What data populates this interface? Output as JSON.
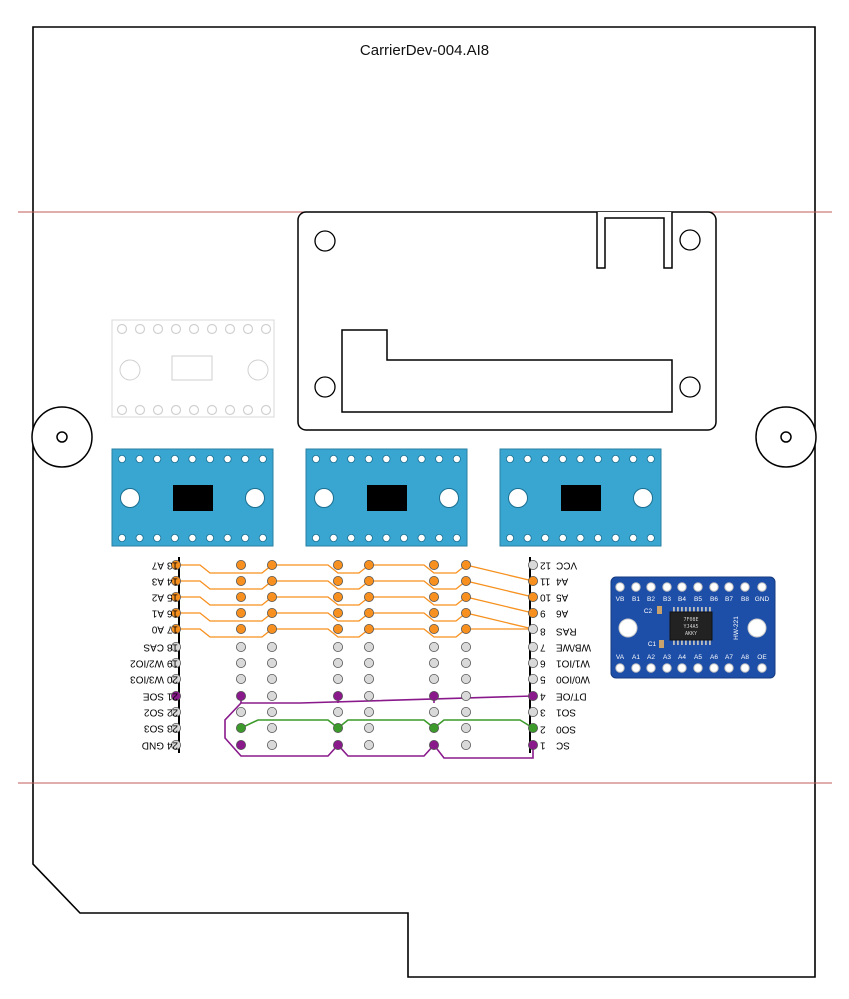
{
  "title": "CarrierDev-004.AI8",
  "left_header": {
    "pins": [
      {
        "num": "13",
        "label": "A7"
      },
      {
        "num": "14",
        "label": "A3"
      },
      {
        "num": "15",
        "label": "A2"
      },
      {
        "num": "16",
        "label": "A1"
      },
      {
        "num": "17",
        "label": "A0"
      },
      {
        "num": "18",
        "label": "CAS"
      },
      {
        "num": "19",
        "label": "W2/IO2"
      },
      {
        "num": "20",
        "label": "W3/IO3"
      },
      {
        "num": "21",
        "label": "SOE"
      },
      {
        "num": "22",
        "label": "SO2"
      },
      {
        "num": "23",
        "label": "SO3"
      },
      {
        "num": "24",
        "label": "GND"
      }
    ]
  },
  "right_header": {
    "pins": [
      {
        "num": "12",
        "label": "VCC"
      },
      {
        "num": "11",
        "label": "A4"
      },
      {
        "num": "10",
        "label": "A5"
      },
      {
        "num": "9",
        "label": "A6"
      },
      {
        "num": "8",
        "label": "RAS"
      },
      {
        "num": "7",
        "label": "WB/WE"
      },
      {
        "num": "6",
        "label": "W1/IO1"
      },
      {
        "num": "5",
        "label": "W0/IO0"
      },
      {
        "num": "4",
        "label": "DT/OE"
      },
      {
        "num": "3",
        "label": "SO1"
      },
      {
        "num": "2",
        "label": "SO0"
      },
      {
        "num": "1",
        "label": "SC"
      }
    ]
  },
  "level_shifter": {
    "top_labels": [
      "VB",
      "B1",
      "B2",
      "B3",
      "B4",
      "B5",
      "B6",
      "B7",
      "B8",
      "GND"
    ],
    "bottom_labels": [
      "VA",
      "A1",
      "A2",
      "A3",
      "A4",
      "A5",
      "A6",
      "A7",
      "A8",
      "OE"
    ],
    "model": "HW-221",
    "chip_text": [
      "7F08E",
      "YJ4A5",
      "AKKY"
    ],
    "c1": "C1",
    "c2": "C2"
  },
  "colors": {
    "orange": "#f7901e",
    "purple": "#8a1a8c",
    "green": "#3c9a2a",
    "blue_board": "#38a6d0",
    "shifter_board": "#1d4ea8",
    "guide_line": "#c25a5a"
  }
}
